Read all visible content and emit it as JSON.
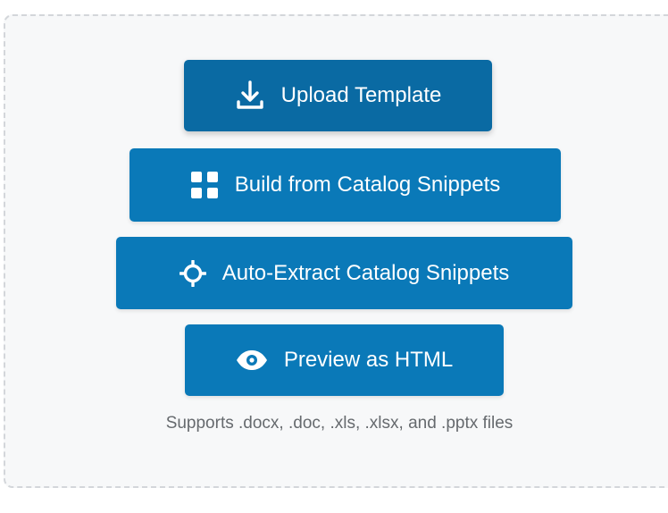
{
  "buttons": {
    "upload": {
      "label": "Upload Template",
      "icon": "download-icon"
    },
    "build": {
      "label": "Build from Catalog Snippets",
      "icon": "grid-icon"
    },
    "extract": {
      "label": "Auto-Extract Catalog Snippets",
      "icon": "crosshair-icon"
    },
    "preview": {
      "label": "Preview as HTML",
      "icon": "eye-icon"
    }
  },
  "support_note": "Supports .docx, .doc, .xls, .xlsx, and .pptx files",
  "colors": {
    "button_primary": "#0a6aa3",
    "button": "#0a79b8",
    "panel_background": "#f7f8f9",
    "panel_border": "#d3d6da",
    "note_text": "#666a6e"
  }
}
